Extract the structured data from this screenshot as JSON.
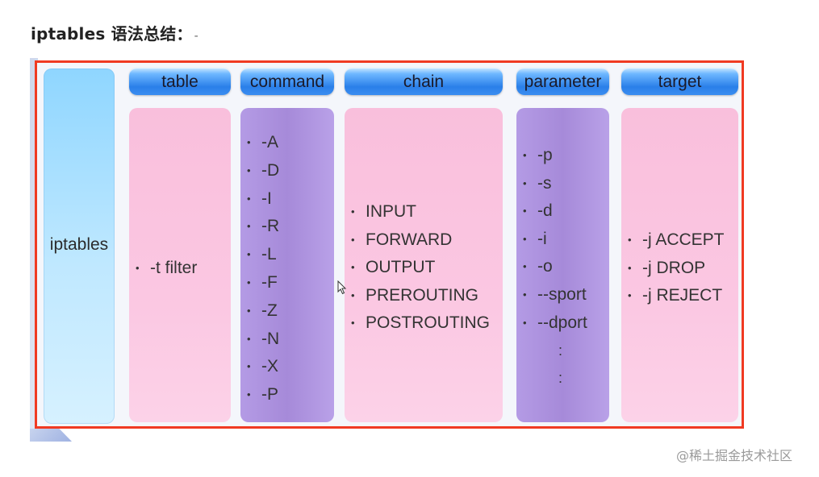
{
  "title": "iptables 语法总结：",
  "title_suffix": "-",
  "root_label": "iptables",
  "headers": {
    "table": "table",
    "command": "command",
    "chain": "chain",
    "parameter": "parameter",
    "target": "target"
  },
  "table_items": [
    "-t  filter"
  ],
  "command_items": [
    "-A",
    "-D",
    "-I",
    "-R",
    "-L",
    "-F",
    "-Z",
    "-N",
    "-X",
    "-P"
  ],
  "chain_items": [
    "INPUT",
    "FORWARD",
    "OUTPUT",
    "PREROUTING",
    "POSTROUTING"
  ],
  "parameter_items": [
    "-p",
    "-s",
    "-d",
    "-i",
    "-o",
    "--sport",
    "--dport"
  ],
  "parameter_more": [
    ":",
    ":"
  ],
  "target_items": [
    "-j  ACCEPT",
    "-j  DROP",
    "-j  REJECT"
  ],
  "watermark": "@稀土掘金技术社区",
  "colors": {
    "frame_border": "#f03a22",
    "header_blue": "#2a7fe9",
    "column_pink": "#f9bfdc",
    "column_purple": "#a68ad9",
    "root_blue": "#8fd6ff"
  },
  "icons": {
    "cursor": "mouse-pointer-icon"
  }
}
